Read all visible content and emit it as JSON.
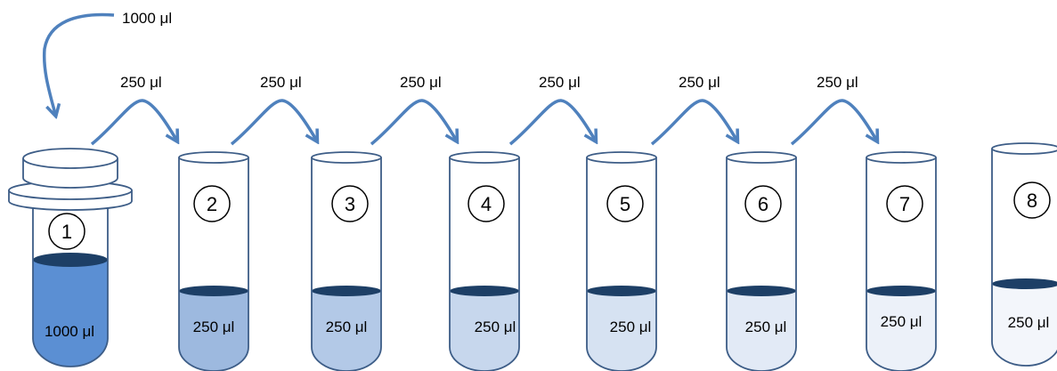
{
  "stock": {
    "label": "1000 μl"
  },
  "transfers": [
    {
      "label": "250 μl"
    },
    {
      "label": "250 μl"
    },
    {
      "label": "250 μl"
    },
    {
      "label": "250 μl"
    },
    {
      "label": "250 μl"
    },
    {
      "label": "250 μl"
    }
  ],
  "tubes": [
    {
      "number": "1",
      "volume": "1000 μl",
      "fill_color": "#5b8fd3",
      "type": "capped"
    },
    {
      "number": "2",
      "volume": "250 μl",
      "fill_color": "#9db9df",
      "type": "open"
    },
    {
      "number": "3",
      "volume": "250 μl",
      "fill_color": "#b3c9e7",
      "type": "open"
    },
    {
      "number": "4",
      "volume": "250 μl",
      "fill_color": "#c7d7ed",
      "type": "open"
    },
    {
      "number": "5",
      "volume": "250 μl",
      "fill_color": "#d6e2f2",
      "type": "open"
    },
    {
      "number": "6",
      "volume": "250 μl",
      "fill_color": "#e2eaf6",
      "type": "open"
    },
    {
      "number": "7",
      "volume": "250 μl",
      "fill_color": "#ecf1f9",
      "type": "open"
    },
    {
      "number": "8",
      "volume": "250 μl",
      "fill_color": "#f3f6fb",
      "type": "open"
    }
  ],
  "colors": {
    "outline": "#3d5d87",
    "arrow": "#4f81bd",
    "meniscus": "#1d3f66"
  }
}
